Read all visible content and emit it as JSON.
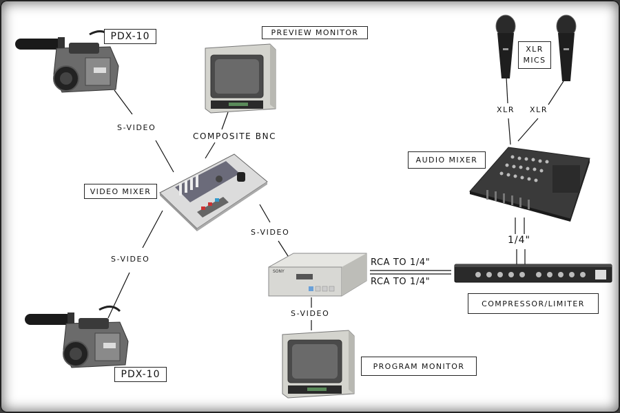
{
  "labels": {
    "cam_top": "PDX-10",
    "cam_bottom": "PDX-10",
    "preview_monitor": "PREVIEW MONITOR",
    "video_mixer": "VIDEO MIXER",
    "program_monitor": "PROGRAM MONITOR",
    "audio_mixer": "AUDIO MIXER",
    "xlr_mics": "XLR\nMICS",
    "compressor": "COMPRESSOR/LIMITER"
  },
  "connections": {
    "svideo_top": "S-VIDEO",
    "svideo_bottom": "S-VIDEO",
    "svideo_deck": "S-VIDEO",
    "svideo_program": "S-VIDEO",
    "composite_bnc": "COMPOSITE BNC",
    "xlr_left": "XLR",
    "xlr_right": "XLR",
    "quarter_inch": "1/4\"",
    "rca_top": "RCA TO 1/4\"",
    "rca_bottom": "RCA TO 1/4\""
  }
}
